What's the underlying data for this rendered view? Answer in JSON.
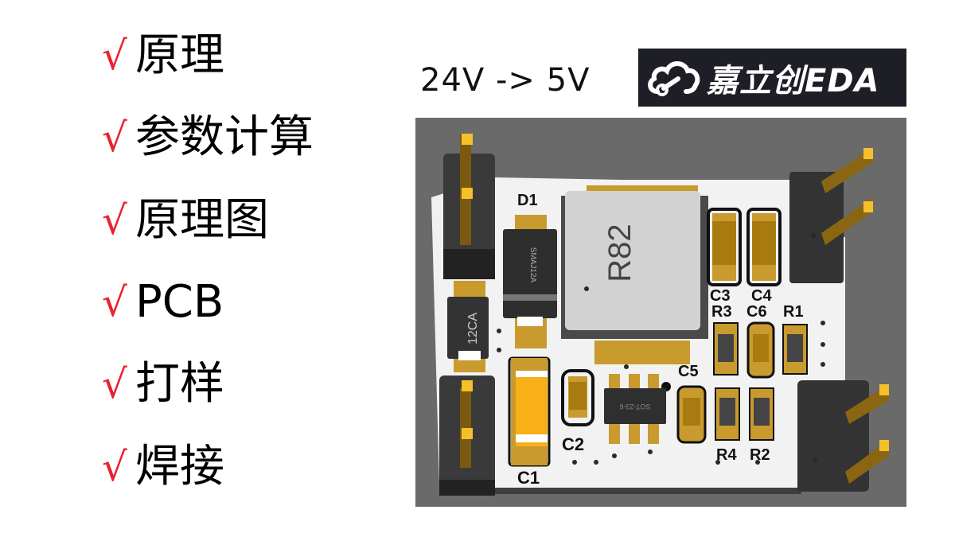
{
  "checklist": {
    "check_symbol": "√",
    "check_color": "#e8232e",
    "items": [
      {
        "label": "原理"
      },
      {
        "label": "参数计算"
      },
      {
        "label": "原理图"
      },
      {
        "label": "PCB"
      },
      {
        "label": "打样"
      },
      {
        "label": "焊接"
      }
    ]
  },
  "header": {
    "voltage_label": "24V -> 5V",
    "logo_text": "嘉立创EDA",
    "logo_bg": "#1e1f26"
  },
  "pcb": {
    "background": "#6a6a6a",
    "board_color": "#f2f2f2",
    "pad_color": "#c99a2e",
    "inductor_marking": "R82",
    "tvs_marking": "12CA",
    "diode_marking": "SMAJ12A",
    "ic_marking": "SOT-23-6",
    "designators": {
      "d1": "D1",
      "c1": "C1",
      "c2": "C2",
      "c3": "C3",
      "c4": "C4",
      "c5": "C5",
      "c6": "C6",
      "r1": "R1",
      "r2": "R2",
      "r3": "R3",
      "r4": "R4"
    }
  }
}
